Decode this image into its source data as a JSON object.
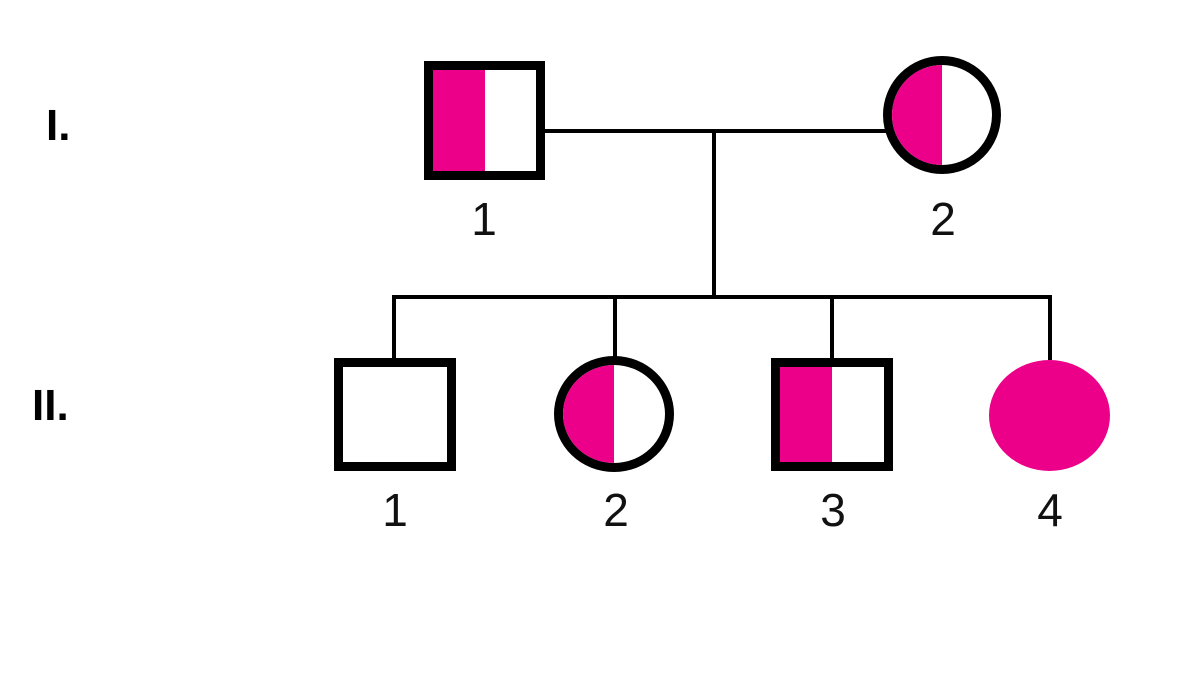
{
  "diagram": {
    "type": "pedigree-chart",
    "background_color": "#ffffff",
    "line_color": "#000000",
    "affected_color": "#ec0089",
    "unaffected_color": "#ffffff",
    "generations": [
      {
        "id": "I",
        "label": "I.",
        "individuals": [
          {
            "id": "I-1",
            "number": "1",
            "sex": "male",
            "shape": "square",
            "fill": "half",
            "fill_side": "left",
            "bordered": true
          },
          {
            "id": "I-2",
            "number": "2",
            "sex": "female",
            "shape": "circle",
            "fill": "half",
            "fill_side": "left",
            "bordered": true
          }
        ]
      },
      {
        "id": "II",
        "label": "II.",
        "individuals": [
          {
            "id": "II-1",
            "number": "1",
            "sex": "male",
            "shape": "square",
            "fill": "none",
            "fill_side": "",
            "bordered": true
          },
          {
            "id": "II-2",
            "number": "2",
            "sex": "female",
            "shape": "circle",
            "fill": "half",
            "fill_side": "left",
            "bordered": true
          },
          {
            "id": "II-3",
            "number": "3",
            "sex": "male",
            "shape": "square",
            "fill": "half",
            "fill_side": "left",
            "bordered": true
          },
          {
            "id": "II-4",
            "number": "4",
            "sex": "female",
            "shape": "circle",
            "fill": "full",
            "fill_side": "",
            "bordered": false
          }
        ]
      }
    ],
    "relationships": [
      {
        "type": "mating",
        "between": [
          "I-1",
          "I-2"
        ]
      },
      {
        "type": "sibship",
        "parents": [
          "I-1",
          "I-2"
        ],
        "children": [
          "II-1",
          "II-2",
          "II-3",
          "II-4"
        ]
      }
    ]
  }
}
